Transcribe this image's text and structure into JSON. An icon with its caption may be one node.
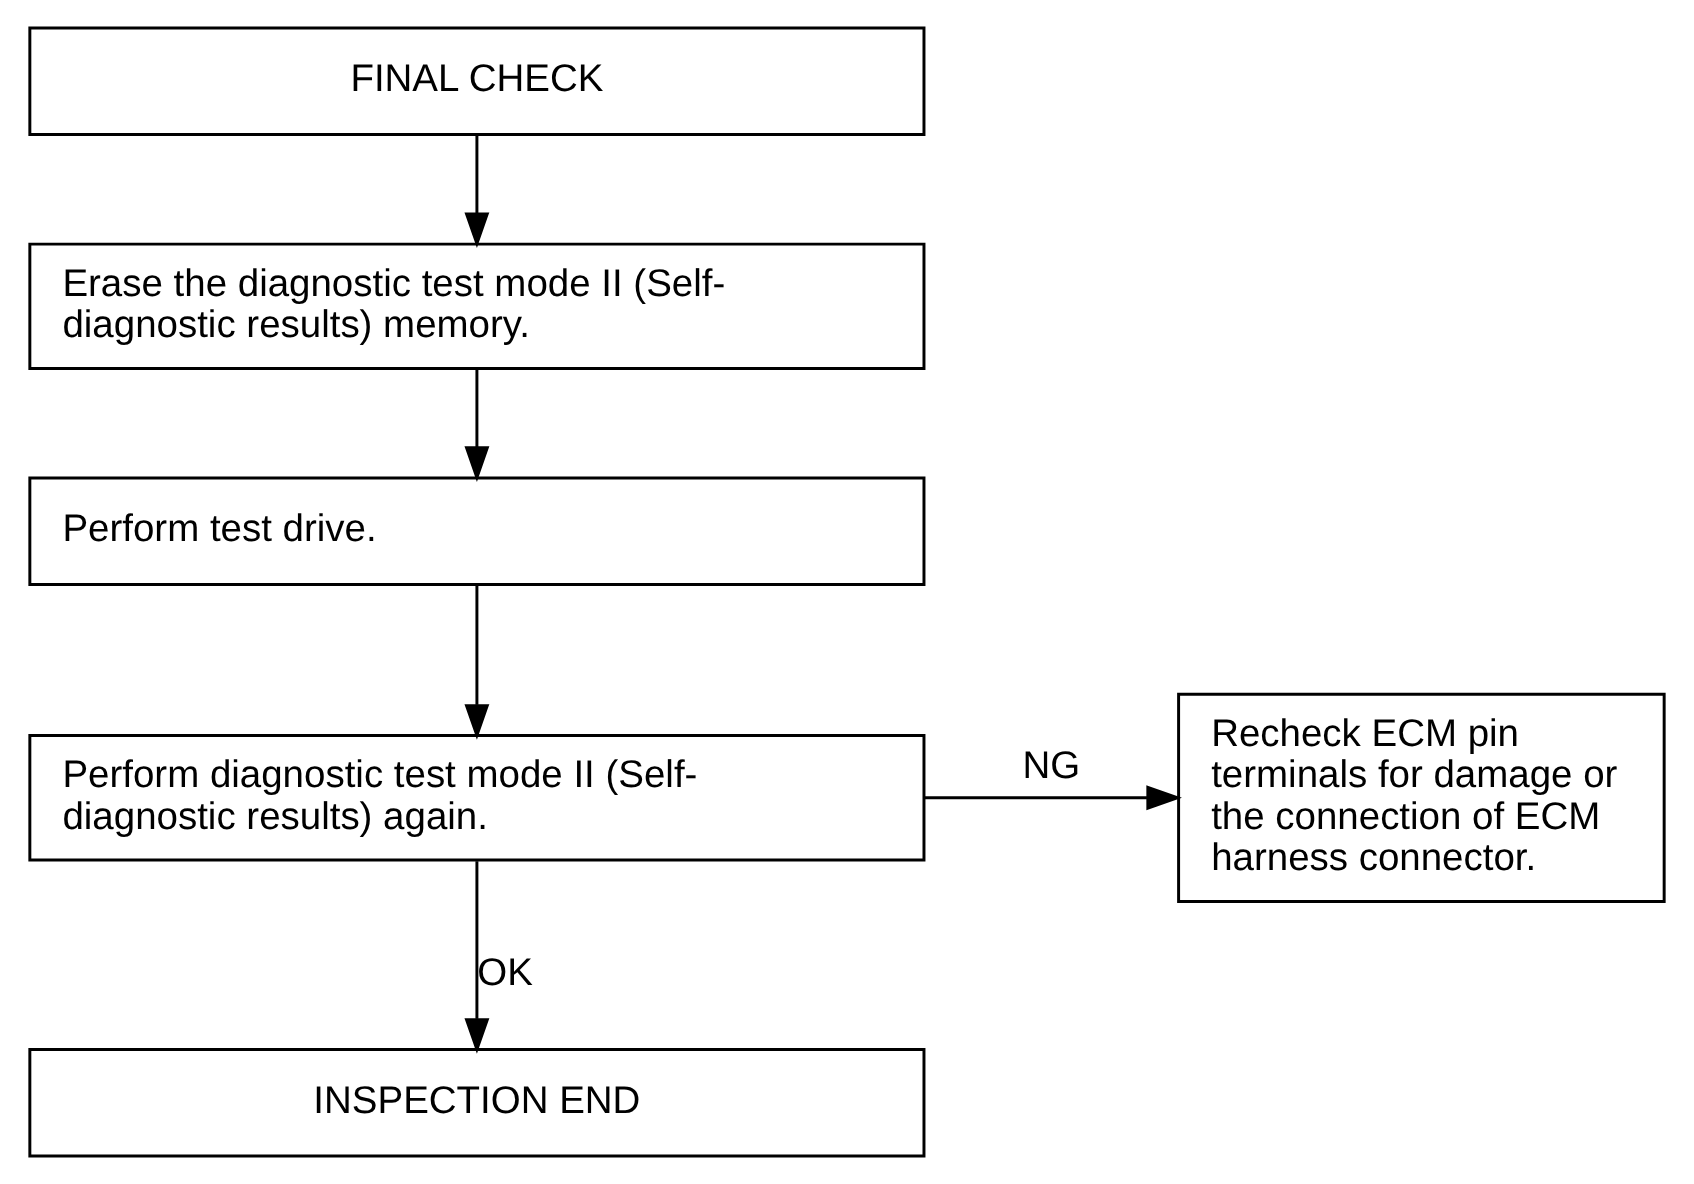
{
  "diagram": {
    "nodes": [
      {
        "text": [
          "FINAL CHECK"
        ]
      },
      {
        "text": [
          "Erase the diagnostic test mode II (Self-diagnostic results) memory."
        ]
      },
      {
        "text": [
          "Perform test drive."
        ]
      },
      {
        "text": [
          "Perform diagnostic test mode II (Self-diagnostic results) again."
        ]
      },
      {
        "text": [
          "Recheck ECM pin terminals for damage or the connection of ECM harness connector."
        ]
      },
      {
        "text": [
          "INSPECTION END"
        ]
      }
    ],
    "edges": [
      {
        "from": 0,
        "to": 1,
        "arrow": "to"
      },
      {
        "from": 1,
        "to": 2,
        "arrow": "to"
      },
      {
        "from": 2,
        "to": 3,
        "arrow": "to"
      },
      {
        "from": 3,
        "to": 4,
        "arrow": "to",
        "label": "NG"
      },
      {
        "from": 3,
        "to": 5,
        "arrow": "to",
        "label": "OK"
      }
    ]
  }
}
